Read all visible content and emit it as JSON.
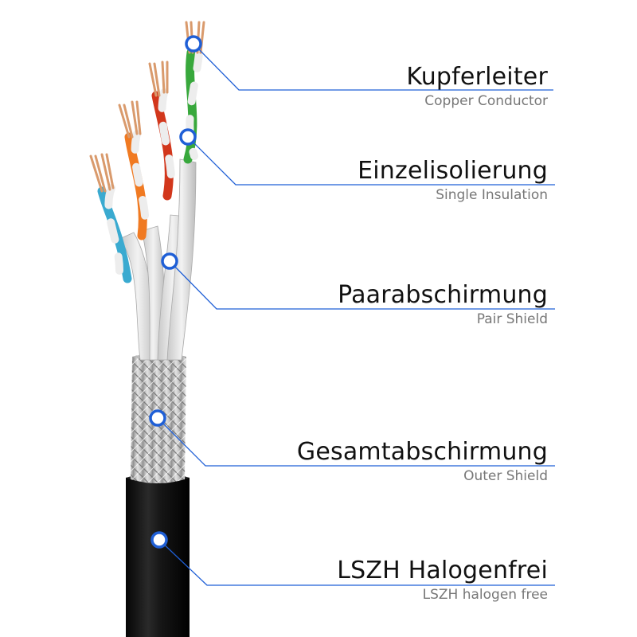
{
  "colors": {
    "accent": "#1f5fd6",
    "leader_line": "#1f5fd6",
    "jacket": "#111111",
    "braid": "#b8b8b8",
    "foil": "#d8d8d8",
    "copper": "#d99a6c",
    "pair_blue": "#3aaad0",
    "pair_orange": "#f07a22",
    "pair_red": "#d2371c",
    "pair_green": "#38a83c"
  },
  "layers": [
    {
      "id": "kupferleiter",
      "label_de": "Kupferleiter",
      "label_en": "Copper Conductor"
    },
    {
      "id": "einzelisolierung",
      "label_de": "Einzelisolierung",
      "label_en": "Single Insulation"
    },
    {
      "id": "paarabschirmung",
      "label_de": "Paarabschirmung",
      "label_en": "Pair Shield"
    },
    {
      "id": "gesamtabschirmung",
      "label_de": "Gesamtabschirmung",
      "label_en": "Outer Shield"
    },
    {
      "id": "lszh",
      "label_de": "LSZH Halogenfrei",
      "label_en": "LSZH halogen free"
    }
  ]
}
